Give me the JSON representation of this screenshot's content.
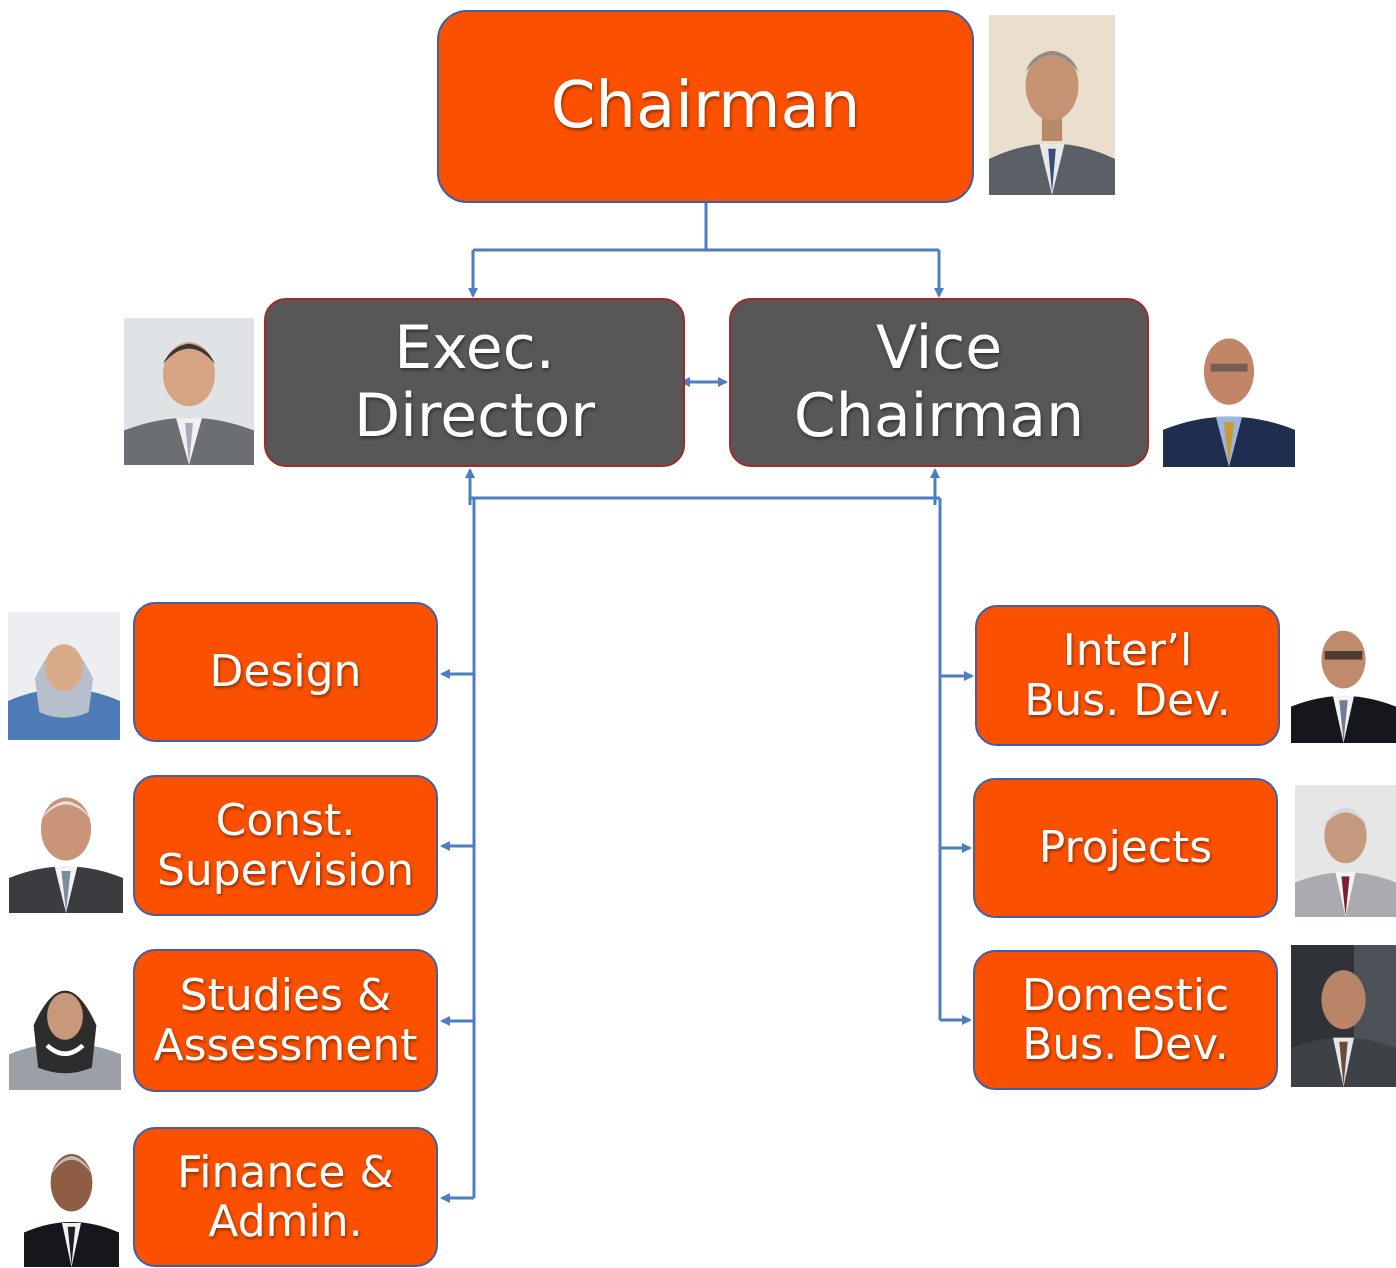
{
  "chairman": {
    "lines": [
      "Chairman"
    ]
  },
  "exec_director": {
    "lines": [
      "Exec.",
      "Director"
    ]
  },
  "vice_chairman": {
    "lines": [
      "Vice",
      "Chairman"
    ]
  },
  "departments_left": [
    {
      "lines": [
        "Design"
      ]
    },
    {
      "lines": [
        "Const.",
        "Supervision"
      ]
    },
    {
      "lines": [
        "Studies &",
        "Assessment"
      ]
    },
    {
      "lines": [
        "Finance &",
        "Admin."
      ]
    }
  ],
  "departments_right": [
    {
      "lines": [
        "Inter’l",
        "Bus. Dev."
      ]
    },
    {
      "lines": [
        "Projects"
      ]
    },
    {
      "lines": [
        "Domestic",
        "Bus. Dev."
      ]
    }
  ],
  "colors": {
    "box_orange": "#fb5000",
    "box_grey": "#575757",
    "connector_blue": "#4a7fc1"
  }
}
